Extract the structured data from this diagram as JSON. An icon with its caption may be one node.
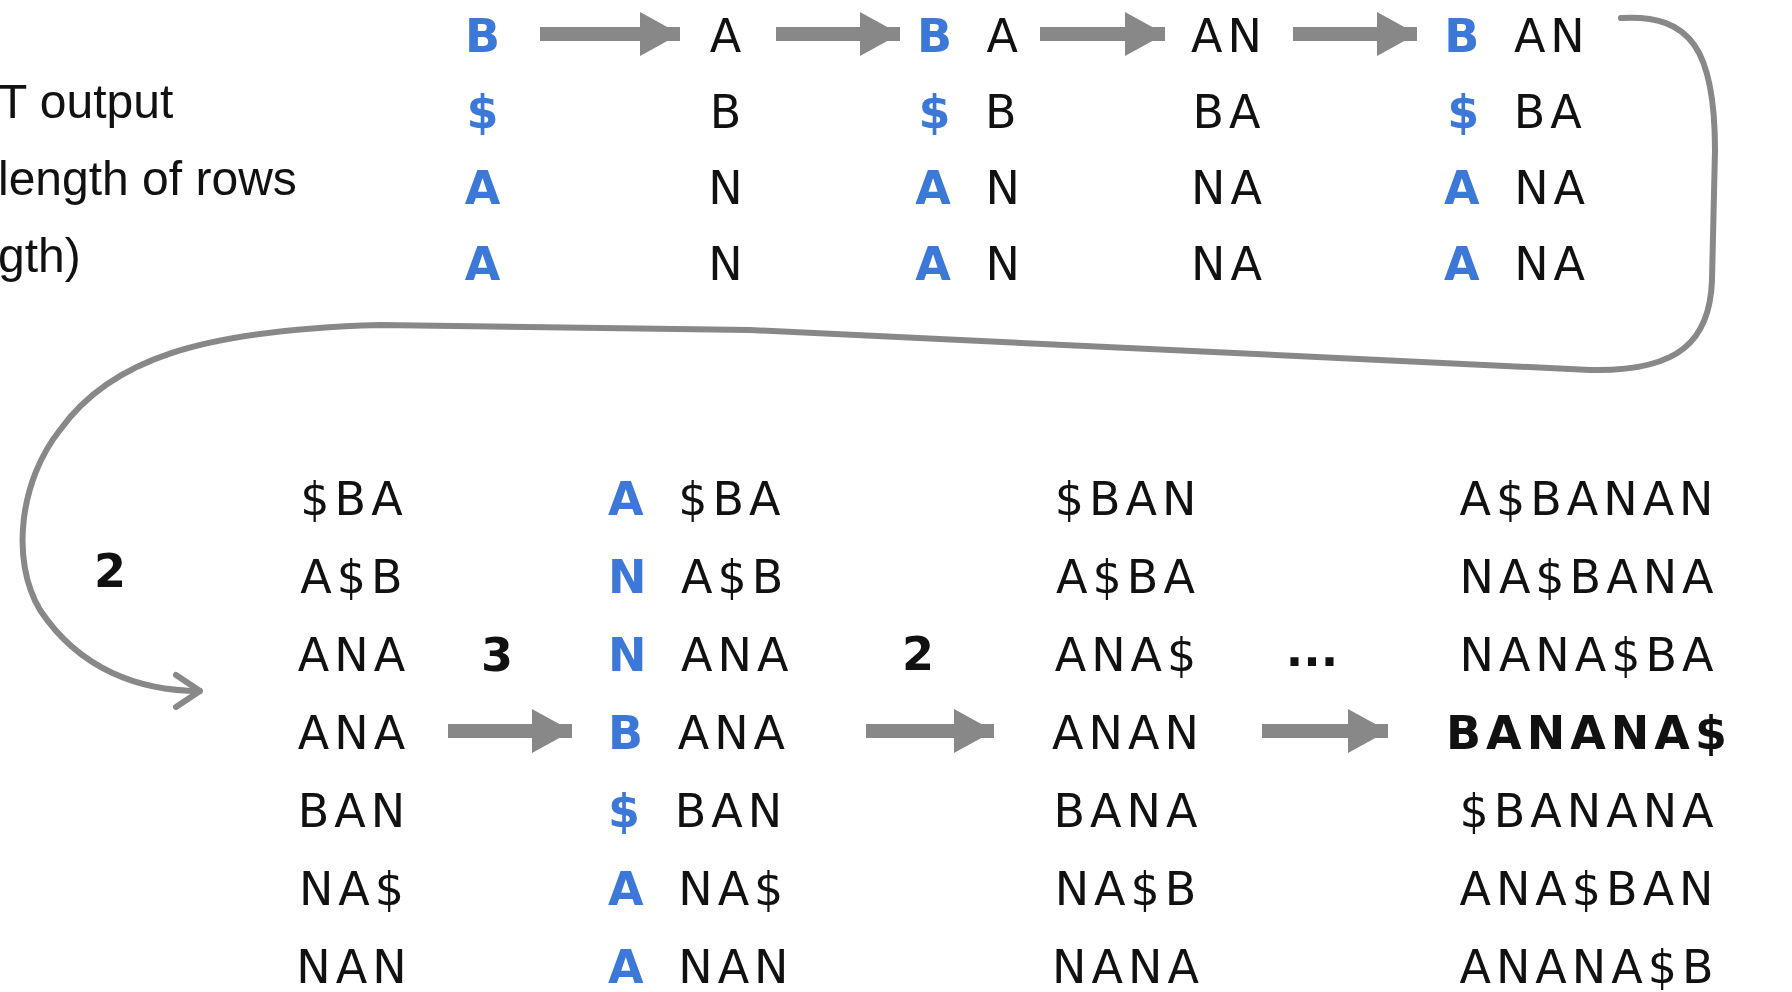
{
  "diagram": {
    "nodes": [
      {
        "text": [
          "B",
          "$",
          "A",
          "A"
        ]
      },
      {
        "text": [
          "A",
          "B",
          "N",
          "N"
        ]
      },
      {
        "text": [
          "**B** A",
          "**$** B",
          "**A** N",
          "**A** N"
        ]
      },
      {
        "text": [
          "AN",
          "BA",
          "NA",
          "NA"
        ]
      },
      {
        "text": [
          "**B** AN",
          "**$** BA",
          "**A** NA",
          "**A** NA"
        ]
      },
      {
        "text": [
          "$BA",
          "A$B",
          "ANA",
          "ANA",
          "BAN",
          "NA$",
          "NAN"
        ]
      },
      {
        "text": [
          "**A** $BA",
          "**N** A$B",
          "**N** ANA",
          "**B** ANA",
          "**$** BAN",
          "**A** NA$",
          "**A** NAN"
        ]
      },
      {
        "text": [
          "$BAN",
          "A$BA",
          "ANA$",
          "ANAN",
          "BANA",
          "NA$B",
          "NANA"
        ]
      },
      {
        "text": [
          "A$BANAN",
          "NA$BANA",
          "NANA$BA",
          "BANANA$",
          "$BANANA",
          "ANA$BAN",
          "ANANA$B"
        ]
      }
    ],
    "edges": [
      {
        "from": 0,
        "to": 1,
        "arrow": "to"
      },
      {
        "from": 1,
        "to": 2,
        "arrow": "to"
      },
      {
        "from": 2,
        "to": 3,
        "arrow": "to"
      },
      {
        "from": 3,
        "to": 4,
        "arrow": "to"
      },
      {
        "from": 4,
        "to": 5,
        "arrow": "to",
        "label": "2"
      },
      {
        "from": 5,
        "to": 6,
        "arrow": "to",
        "label": "3"
      },
      {
        "from": 6,
        "to": 7,
        "arrow": "to",
        "label": "2"
      },
      {
        "from": 7,
        "to": 8,
        "arrow": "to",
        "label": "..."
      }
    ],
    "labels": [
      "T output",
      "length of rows",
      "gth)"
    ]
  }
}
